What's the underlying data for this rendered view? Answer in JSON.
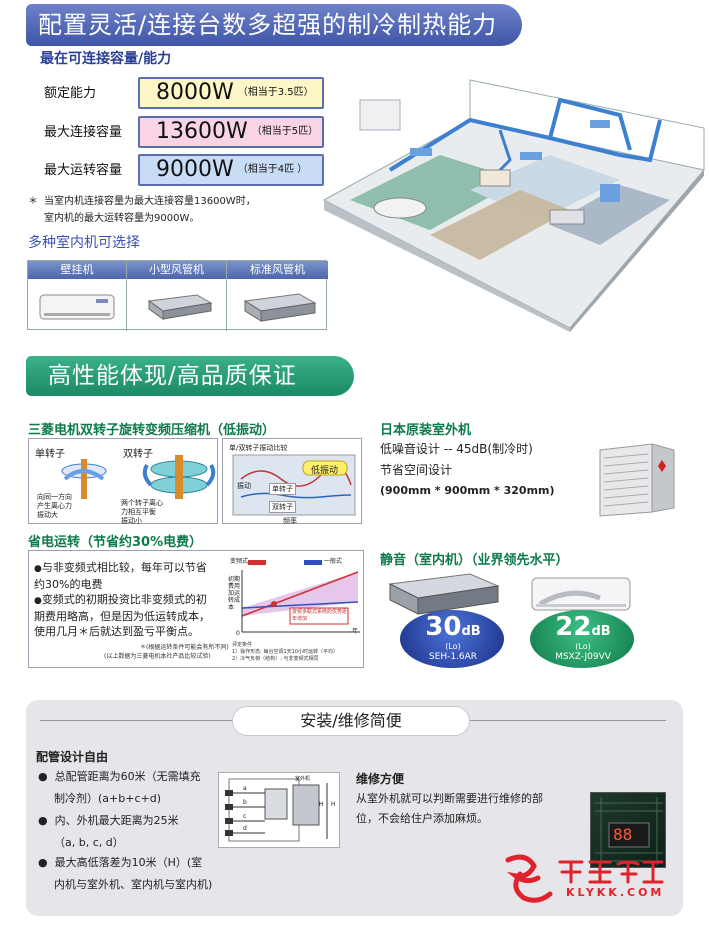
{
  "section1": {
    "title": "配置灵活/连接台数多超强的制冷制热能力",
    "capacity_heading": "最在可连接容量/能力",
    "rows": [
      {
        "label": "额定能力",
        "value": "8000W",
        "note": "（相当于3.5匹）",
        "color": "#fdf7c8"
      },
      {
        "label": "最大连接容量",
        "value": "13600W",
        "note": "（相当于5匹）",
        "color": "#f8d4e6"
      },
      {
        "label": "最大运转容量",
        "value": "9000W",
        "note": "（相当于4匹 ）",
        "color": "#c8dcf6"
      }
    ],
    "note_mark": "＊",
    "note_line1": "当室内机连接容量为最大连接容量13600W时，",
    "note_line2": "室内机的最大运转容量为9000W。",
    "indoor_heading": "多种室内机可选择",
    "units": [
      "壁挂机",
      "小型风管机",
      "标准风管机"
    ]
  },
  "section2": {
    "title": "高性能体现/高品质保证",
    "compressor_heading": "三菱电机双转子旋转变频压缩机（低振动）",
    "single_rotor": "单转子",
    "double_rotor": "双转子",
    "single_desc": [
      "向同一方向",
      "产生离心力",
      "振动大"
    ],
    "double_desc": [
      "两个转子离心",
      "力相互平衡",
      "振动小"
    ],
    "graph_title": "单/双转子振动比较",
    "low_vibration": "低振动",
    "graph_single": "单转子",
    "graph_double": "双转子",
    "graph_ylabel": "振动",
    "graph_xlabel": "频率",
    "outdoor_heading": "日本原装室外机",
    "outdoor_lines": [
      "低噪音设计 -- 45dB(制冷时)",
      "节省空间设计",
      "(900mm * 900mm * 320mm)"
    ],
    "saving_heading": "省电运转（节省约30%电费）",
    "saving_points": [
      "与非变频式相比较，每年可以节省约30%的电费",
      "变频式的初期投资比非变频式的初期费用略高，但是因为低运转成本，使用几月＊后就达到盈亏平衡点。"
    ],
    "saving_foot1": "＊(根据运转条件可能会有所不同)",
    "saving_foot2": "(以上数据为三菱电机本社产品比较试验)",
    "legend_inverter": "变频式",
    "legend_normal": "一般式",
    "graph2_ylabel": "初期费用加运转成本",
    "graph2_callout": "变频多联式系统的优势逐年增加",
    "graph2_origin": "0",
    "graph2_xunit": "年",
    "graph2_cond_title": "评定条件",
    "graph2_cond1": "1）操作形态: 每台空调1天10小时运转（平均）",
    "graph2_cond2": "2）冷气负荷（结构）: 与非变频式相同",
    "quiet_heading": "静音（室内机）（业界领先水平）",
    "model1": {
      "db": "30",
      "unit": "dB",
      "lo": "(Lo)",
      "name": "SEH-1.6AR"
    },
    "model2": {
      "db": "22",
      "unit": "dB",
      "lo": "(Lo)",
      "name": "MSXZ-J09VV"
    }
  },
  "section3": {
    "title": "安装/维修简便",
    "piping_heading": "配管设计自由",
    "points": [
      [
        "总配管距离为60米（无需填充",
        "制冷剂）(a+b+c+d)"
      ],
      [
        "内、外机最大距离为25米",
        "（a, b, c, d）"
      ],
      [
        "最大高低落差为10米（H）(室",
        "内机与室外机、室内机与室内机)"
      ]
    ],
    "maint_heading": "维修方便",
    "maint_line1": "从室外机就可以判断需要进行维修的部",
    "maint_line2": "位，不会给住户添加麻烦。",
    "diagram_labels": [
      "室外机",
      "a",
      "b",
      "c",
      "d",
      "H",
      "H"
    ],
    "display_digits": "88"
  },
  "watermark": {
    "text": "KLYKK.COM"
  }
}
